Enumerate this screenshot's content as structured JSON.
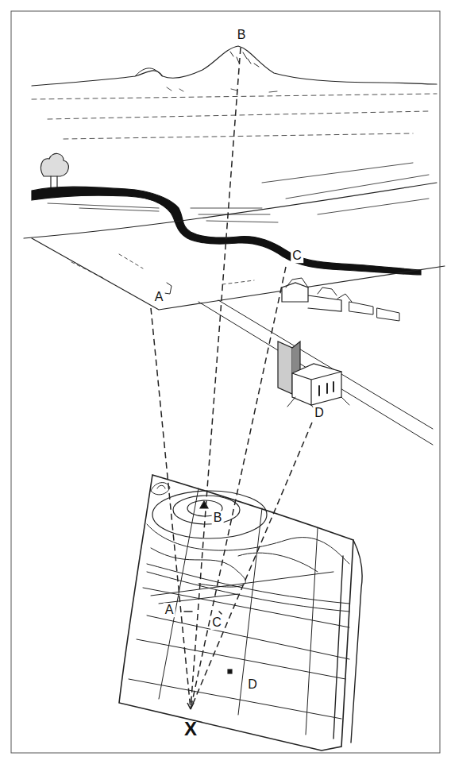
{
  "diagram": {
    "labels": [
      "B",
      "C",
      "A",
      "D",
      "B",
      "A",
      "C",
      "D",
      "X"
    ]
  }
}
